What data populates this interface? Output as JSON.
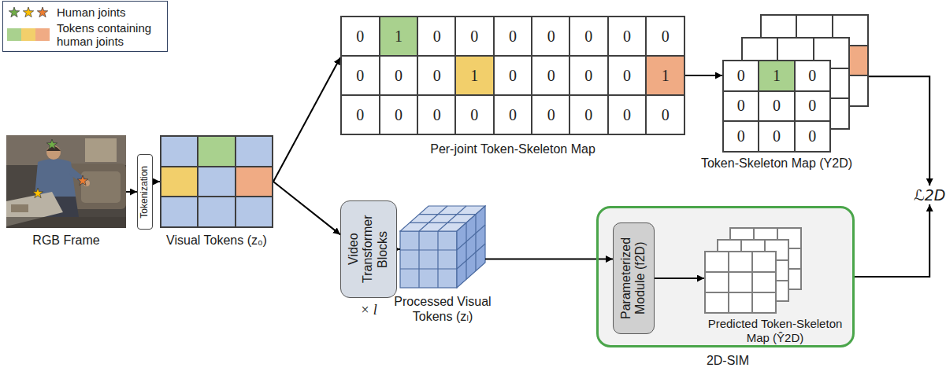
{
  "diagram": {
    "nodes": [
      {
        "text": [
          "RGB Frame"
        ]
      },
      {
        "text": [
          "Tokenization"
        ]
      },
      {
        "text": [
          "Visual Tokens (z₀)"
        ]
      },
      {
        "text": [
          "Per-joint Token-Skeleton Map"
        ]
      },
      {
        "text": [
          "Token-Skeleton Map (Y2D)"
        ]
      },
      {
        "text": [
          "Video Transformer Blocks"
        ]
      },
      {
        "text": [
          "Processed Visual Tokens (zₗ)"
        ]
      },
      {
        "text": [
          "2D-SIM"
        ]
      },
      {
        "text": [
          "Parameterized Module (f2D)"
        ],
        "in": 7
      },
      {
        "text": [
          "Predicted Token-Skeleton Map (Ŷ2D)"
        ],
        "in": 7
      },
      {
        "text": [
          "ℒ2D"
        ]
      }
    ],
    "edges": [
      {
        "from": 0,
        "to": 1,
        "arrow": "to"
      },
      {
        "from": 1,
        "to": 2,
        "arrow": "to"
      },
      {
        "from": 2,
        "to": 3,
        "arrow": "to"
      },
      {
        "from": 2,
        "to": 5,
        "arrow": "to"
      },
      {
        "from": 3,
        "to": 4,
        "arrow": "to"
      },
      {
        "from": 5,
        "to": 6,
        "arrow": "to"
      },
      {
        "from": 6,
        "to": 8,
        "arrow": "to"
      },
      {
        "from": 8,
        "to": 9,
        "arrow": "to"
      },
      {
        "from": 4,
        "to": 10,
        "arrow": "to"
      },
      {
        "from": 7,
        "to": 10,
        "arrow": "to"
      }
    ],
    "labels": [
      "0",
      "1",
      "0",
      "0",
      "0",
      "0",
      "0",
      "0",
      "0",
      "0",
      "0",
      "0",
      "1",
      "0",
      "0",
      "0",
      "0",
      "0",
      "0",
      "0",
      "0",
      "0",
      "0",
      "1",
      "0",
      "0",
      "0",
      "0",
      "1",
      "0",
      "0",
      "0",
      "0",
      "0",
      "0",
      "0",
      "× l"
    ],
    "legend": [
      {
        "text": "Human joints"
      },
      {
        "text": "Tokens containing human joints",
        "color": "#a9d18e"
      }
    ]
  }
}
